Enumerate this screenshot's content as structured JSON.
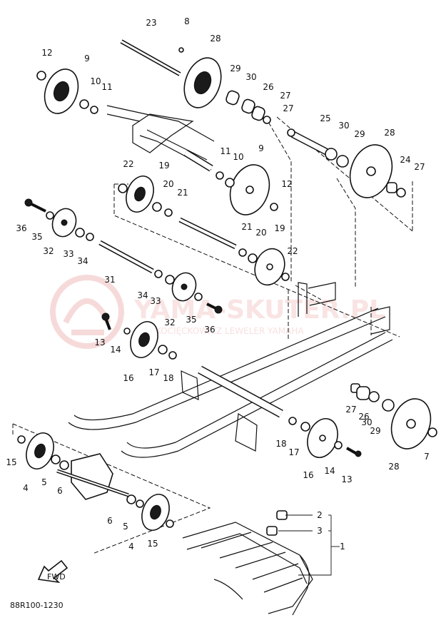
{
  "diagram_code": "88R100-1230",
  "arrow_text": "FWD",
  "watermark": {
    "main": "YAMA-SKUTER.PL",
    "sub": "KOCIĘCKOWICZ LEWELER YAMAHA"
  },
  "callouts": {
    "c1": "23",
    "c2": "8",
    "c3": "28",
    "c4": "12",
    "c5": "9",
    "c6": "29",
    "c7": "30",
    "c8": "10",
    "c9": "11",
    "c10": "26",
    "c11": "27",
    "c12": "27",
    "c13": "25",
    "c14": "30",
    "c15": "29",
    "c16": "28",
    "c17": "11",
    "c18": "10",
    "c19": "9",
    "c20": "22",
    "c21": "19",
    "c22": "20",
    "c23": "21",
    "c24": "24",
    "c25": "27",
    "c26": "12",
    "c27": "36",
    "c28": "35",
    "c29": "32",
    "c30": "33",
    "c31": "34",
    "c32": "21",
    "c33": "20",
    "c34": "19",
    "c35": "22",
    "c36": "31",
    "c37": "34",
    "c38": "33",
    "c39": "32",
    "c40": "35",
    "c41": "36",
    "c42": "13",
    "c43": "14",
    "c44": "16",
    "c45": "17",
    "c46": "18",
    "c47": "27",
    "c48": "26",
    "c49": "30",
    "c50": "29",
    "c51": "7",
    "c52": "28",
    "c53": "18",
    "c54": "17",
    "c55": "16",
    "c56": "14",
    "c57": "13",
    "c58": "15",
    "c59": "4",
    "c60": "5",
    "c61": "6",
    "c62": "6",
    "c63": "5",
    "c64": "4",
    "c65": "15",
    "c66": "2",
    "c67": "3",
    "c68": "1"
  }
}
